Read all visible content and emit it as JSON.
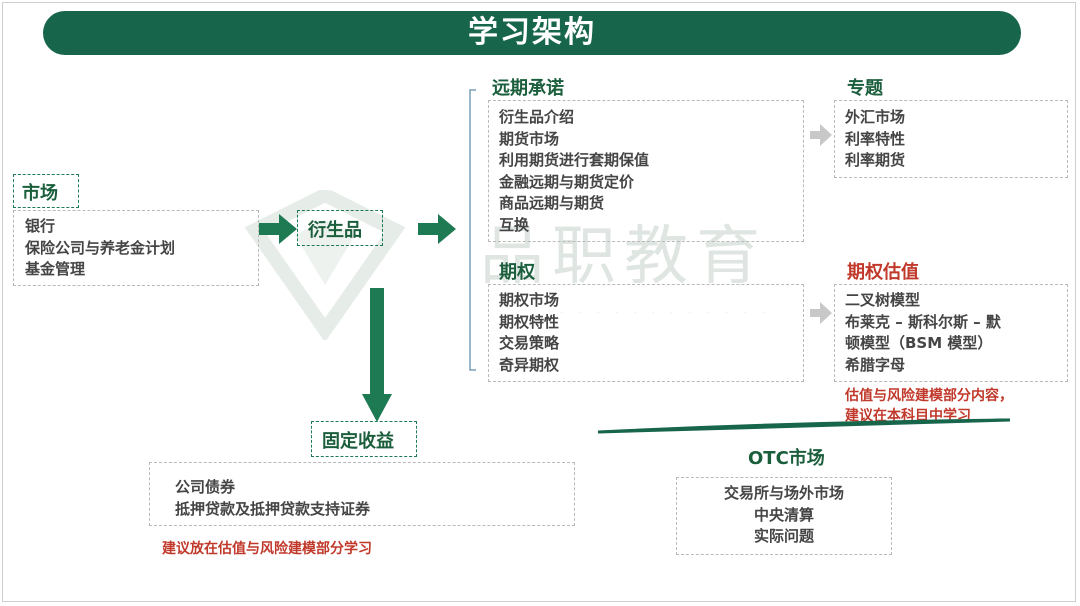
{
  "title": "学习架构",
  "watermark": "品职教育",
  "market": {
    "heading": "市场",
    "items": [
      "银行",
      "保险公司与养老金计划",
      "基金管理"
    ]
  },
  "derivatives": {
    "heading": "衍生品"
  },
  "forward": {
    "heading": "远期承诺",
    "items": [
      "衍生品介绍",
      "期货市场",
      "利用期货进行套期保值",
      "金融远期与期货定价",
      "商品远期与期货",
      "互换"
    ]
  },
  "topics": {
    "heading": "专题",
    "items": [
      "外汇市场",
      "利率特性",
      "利率期货"
    ]
  },
  "options": {
    "heading": "期权",
    "items": [
      "期权市场",
      "期权特性",
      "交易策略",
      "奇异期权"
    ]
  },
  "valuation": {
    "heading": "期权估值",
    "items": [
      "二叉树模型",
      "布莱克 – 斯科尔斯 – 默",
      "顿模型（BSM 模型）",
      "希腊字母"
    ],
    "note": [
      "估值与风险建模部分内容，",
      "建议在本科目中学习"
    ]
  },
  "fixed": {
    "heading": "固定收益",
    "items": [
      "公司债券",
      "抵押贷款及抵押贷款支持证券"
    ],
    "note": "建议放在估值与风险建模部分学习"
  },
  "otc": {
    "heading": "OTC市场",
    "items": [
      "交易所与场外市场",
      "中央清算",
      "实际问题"
    ]
  },
  "colors": {
    "green": "#17654a",
    "arrow": "#1e7a52",
    "red": "#c0392b",
    "grey_arrow": "#c8c8c8"
  }
}
